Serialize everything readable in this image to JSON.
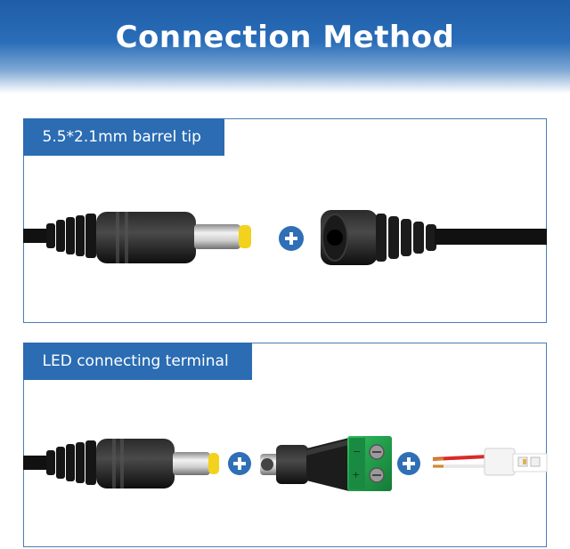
{
  "header": {
    "title": "Connection Method"
  },
  "panels": [
    {
      "label": "5.5*2.1mm barrel tip"
    },
    {
      "label": "LED connecting terminal"
    }
  ],
  "colors": {
    "accent": "#2b6cb3",
    "plus": "#2f6fb6",
    "tip": "#f2d21c",
    "terminal": "#1f9e4a"
  },
  "icons": [
    "plus-icon"
  ]
}
